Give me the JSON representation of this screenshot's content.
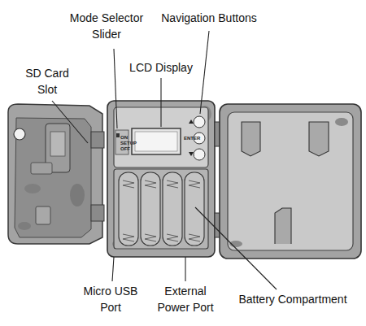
{
  "diagram": {
    "labels": [
      "Mode Selector Slider",
      "Navigation Buttons",
      "SD Card Slot",
      "LCD Display",
      "ON",
      "SETUP",
      "OFF",
      "ENTER",
      "Micro USB Port",
      "External Power Port",
      "Battery Compartment"
    ]
  }
}
